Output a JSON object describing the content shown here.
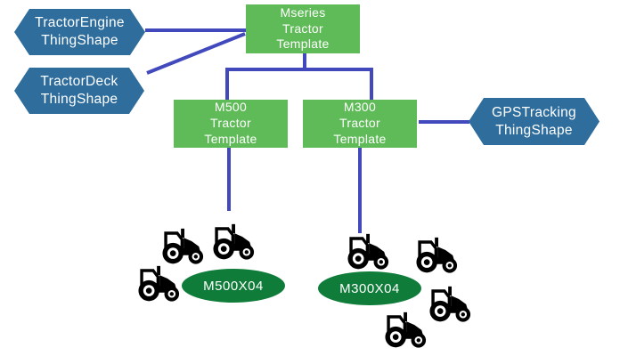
{
  "diagram": {
    "background": "#FFFFFF",
    "thingshapes": {
      "tractor_engine": {
        "line1": "TractorEngine",
        "line2": "ThingShape"
      },
      "tractor_deck": {
        "line1": "TractorDeck",
        "line2": "ThingShape"
      },
      "gps_tracking": {
        "line1": "GPSTracking",
        "line2": "ThingShape"
      }
    },
    "templates": {
      "mseries": {
        "line1": "Mseries",
        "line2": "Tractor",
        "line3": "Template"
      },
      "m500": {
        "line1": "M500",
        "line2": "Tractor",
        "line3": "Template"
      },
      "m300": {
        "line1": "M300",
        "line2": "Tractor",
        "line3": "Template"
      }
    },
    "instances": {
      "m500x04": {
        "label": "M500X04",
        "tractor_count": 3
      },
      "m300x04": {
        "label": "M300X04",
        "tractor_count": 4
      }
    },
    "relationships": [
      "TractorEngine ThingShape - Mseries Tractor Template",
      "TractorDeck ThingShape - Mseries Tractor Template",
      "Mseries Tractor Template - M500 Tractor Template",
      "Mseries Tractor Template - M300 Tractor Template",
      "M300 Tractor Template - GPSTracking ThingShape",
      "M500 Tractor Template - M500X04 tractors",
      "M300 Tractor Template - M300X04 tractors"
    ],
    "colors": {
      "thingshape_blue": "#2E6D9C",
      "template_green": "#5FBB58",
      "instance_green": "#0F7D39",
      "connector_blue": "#4149BD",
      "tractor_icon_black": "#000000",
      "text_white": "#FFFFFF"
    }
  }
}
